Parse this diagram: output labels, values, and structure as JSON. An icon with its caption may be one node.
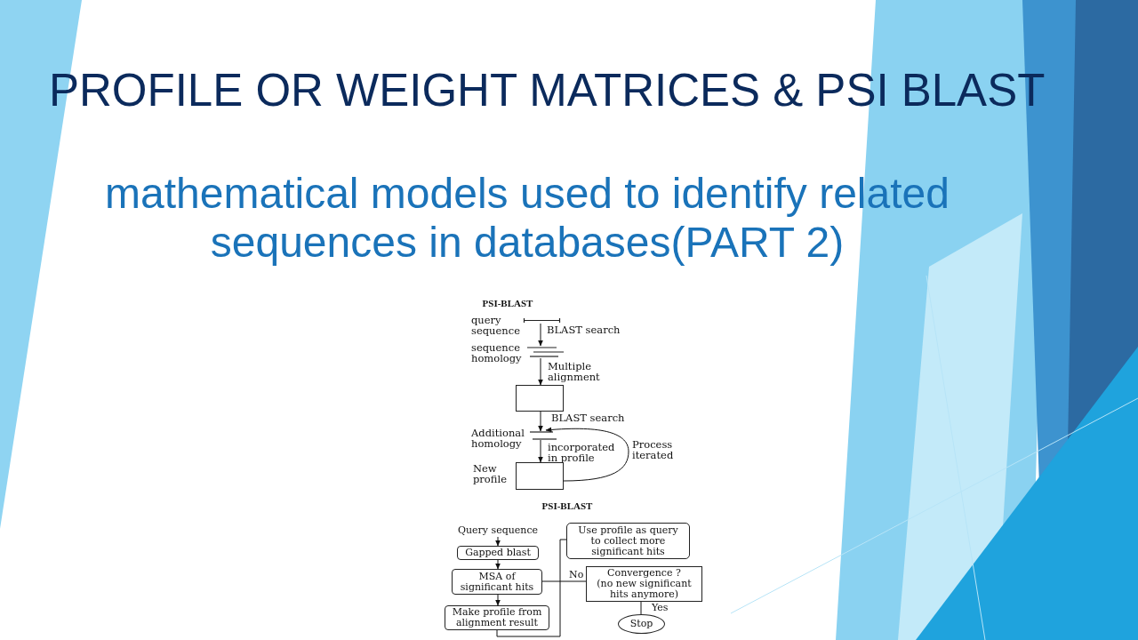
{
  "diagram": {
    "title": "PROFILE OR WEIGHT MATRICES & PSI BLAST",
    "nodes": [
      {
        "text": [],
        "shape": "bar",
        "beside": [
          "query sequence"
        ]
      },
      {
        "text": [],
        "shape": "bar",
        "beside": [
          "sequence homology"
        ]
      },
      {
        "text": [],
        "shape": "box"
      },
      {
        "text": [],
        "shape": "bar",
        "beside": [
          "Additional homology"
        ]
      },
      {
        "text": [],
        "shape": "box",
        "beside": [
          "New profile"
        ]
      },
      {
        "text": [
          "Query sequence"
        ]
      },
      {
        "text": [
          "Gapped blast"
        ]
      },
      {
        "text": [
          "MSA of significant hits"
        ]
      },
      {
        "text": [
          "Make profile from alignment result"
        ]
      },
      {
        "text": [
          "Use profile as query to collect more significant hits"
        ]
      },
      {
        "text": [
          "Convergence ?",
          "(no new significant hits anymore)"
        ]
      },
      {
        "text": [
          "Stop"
        ]
      }
    ],
    "edges": [
      {
        "from": 0,
        "to": 1,
        "arrow": "to",
        "label": "BLAST search"
      },
      {
        "from": 1,
        "to": 2,
        "arrow": "to",
        "label": "Multiple alignment"
      },
      {
        "from": 2,
        "to": 3,
        "arrow": "to",
        "label": "BLAST search"
      },
      {
        "from": 3,
        "to": 4,
        "arrow": "to",
        "label": "incorporated in profile"
      },
      {
        "from": 4,
        "to": 3,
        "arrow": "to",
        "label": "Process iterated"
      },
      {
        "from": 5,
        "to": 6,
        "arrow": "to"
      },
      {
        "from": 6,
        "to": 7,
        "arrow": "to"
      },
      {
        "from": 7,
        "to": 8,
        "arrow": "to"
      },
      {
        "from": 8,
        "to": 9,
        "arrow": "none"
      },
      {
        "from": 10,
        "to": 7,
        "arrow": "none",
        "label": "No"
      },
      {
        "from": 10,
        "to": 11,
        "arrow": "none",
        "label": "Yes"
      }
    ],
    "labels": [
      "mathematical models used to identify related sequences in databases(PART 2)",
      "PSI-BLAST",
      "PSI-BLAST"
    ]
  }
}
